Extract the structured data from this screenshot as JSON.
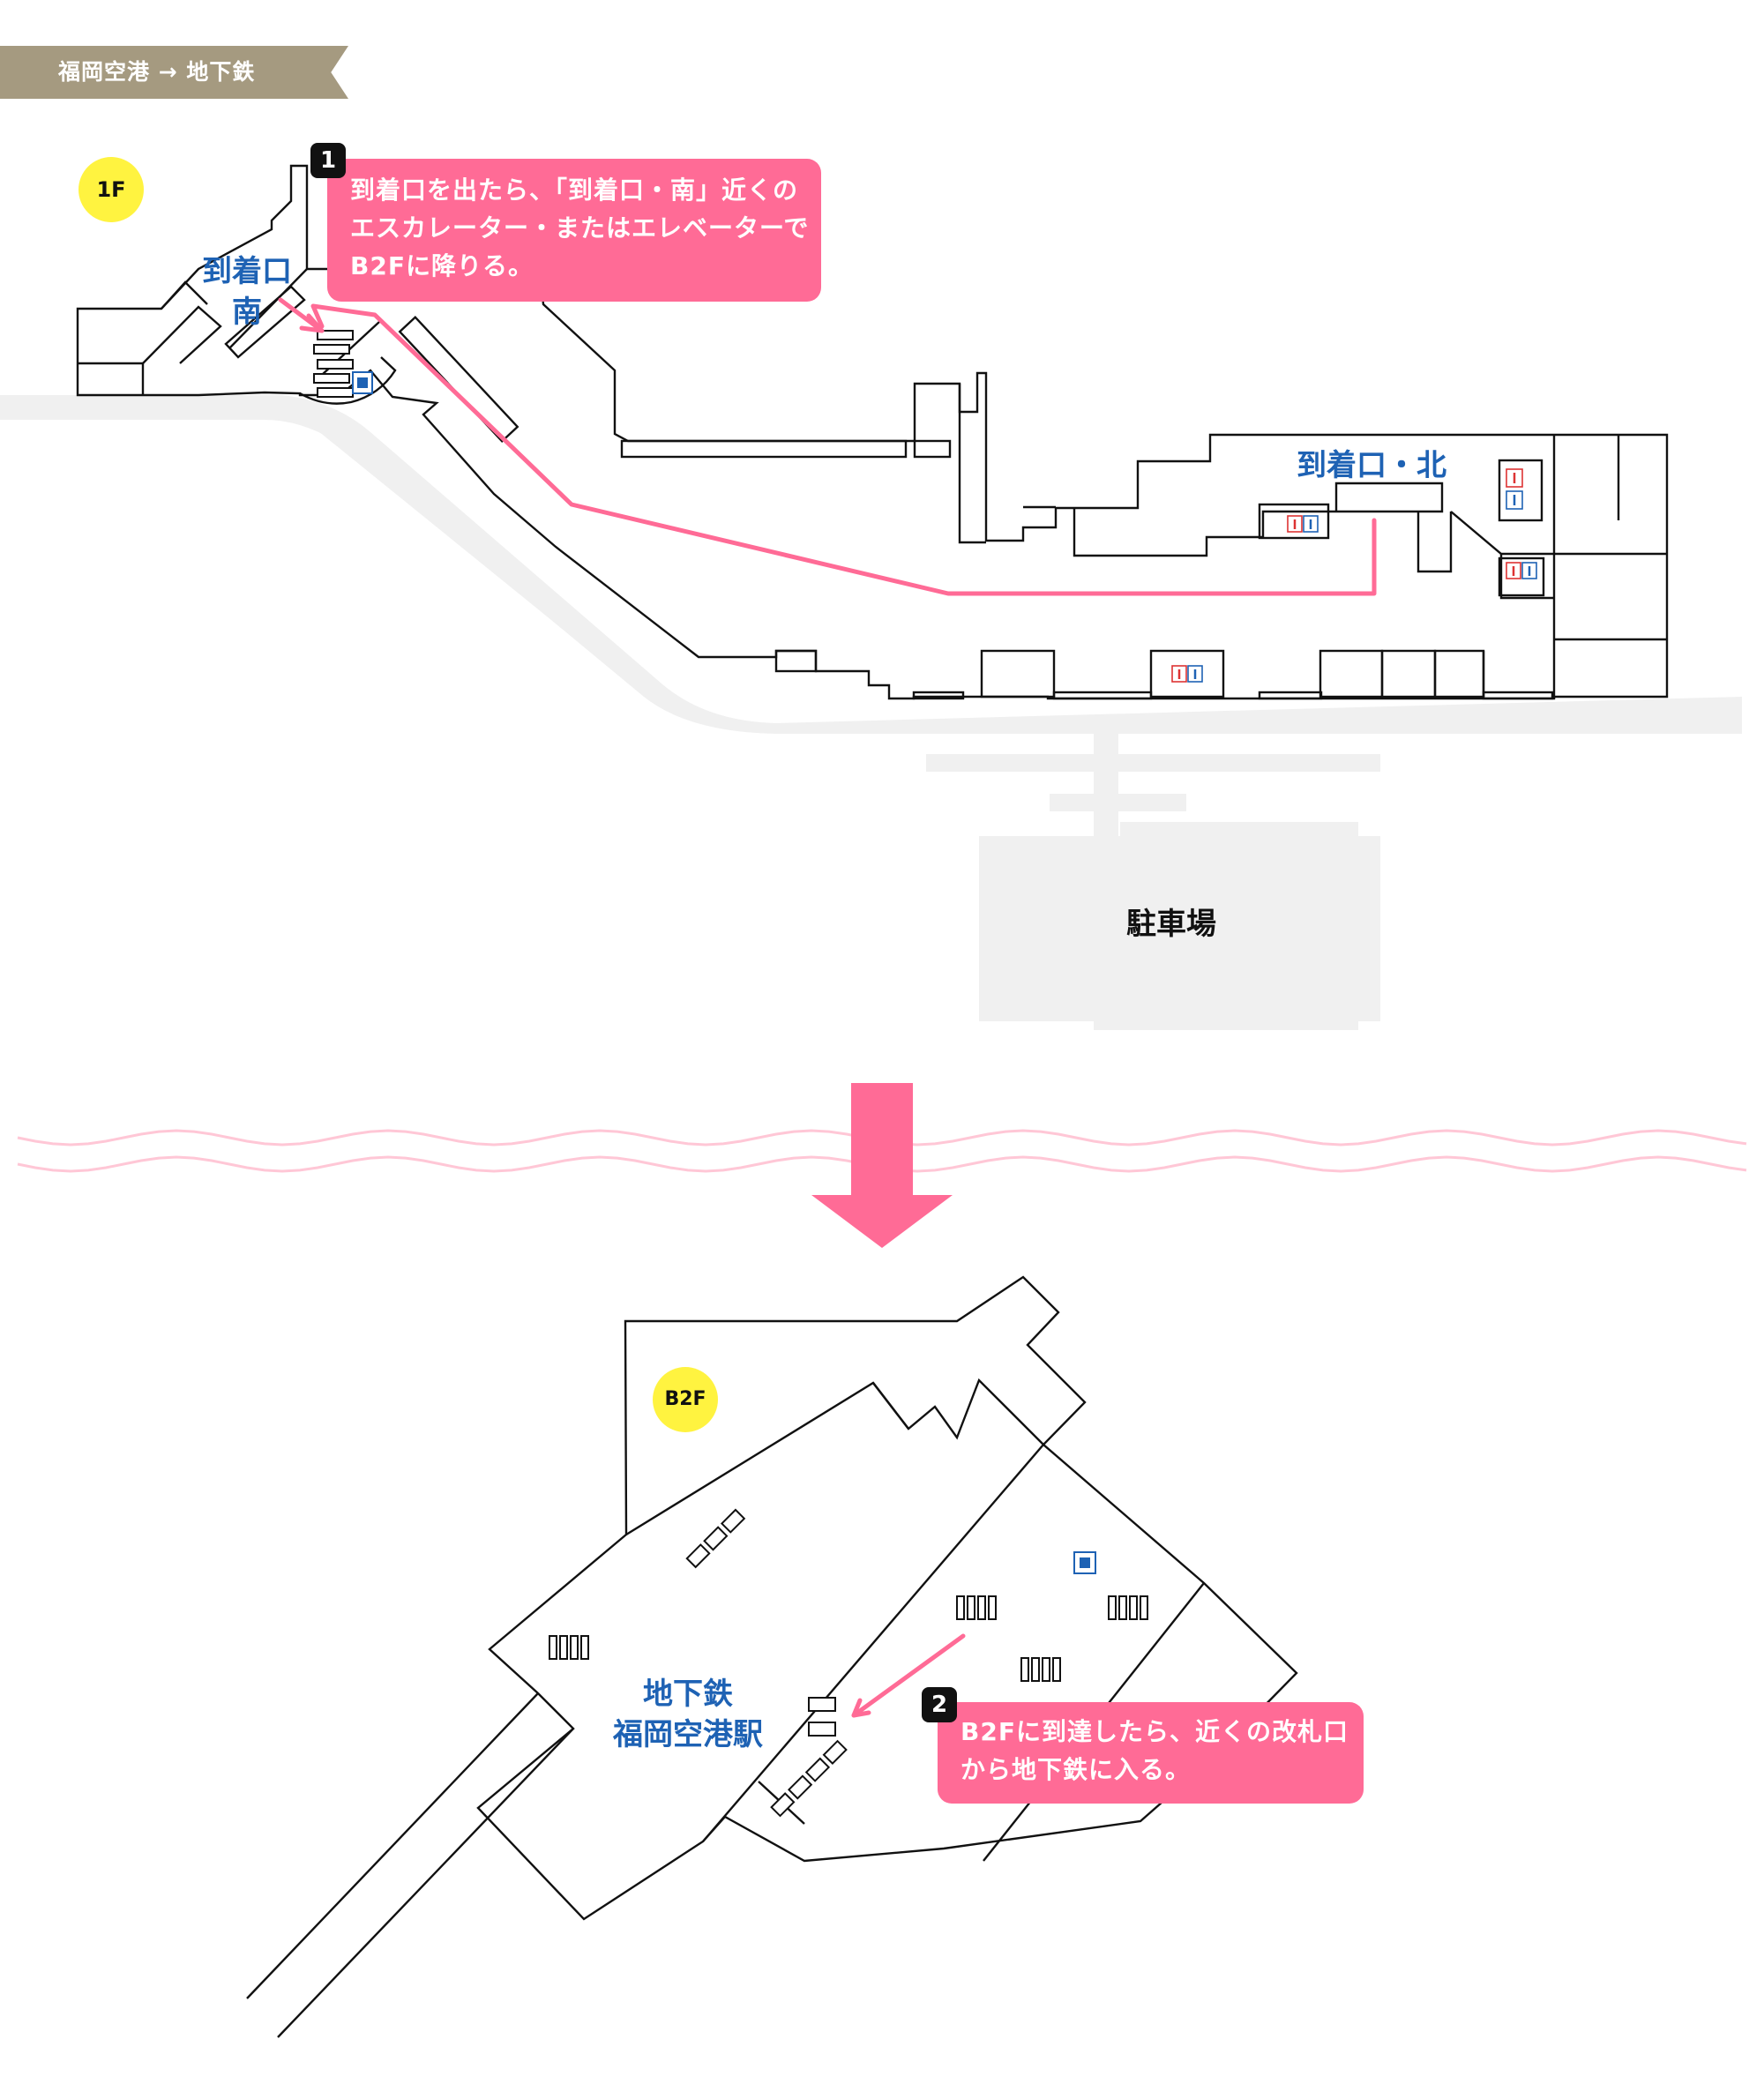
{
  "header": {
    "route_title": "福岡空港 → 地下鉄"
  },
  "floor_1f": {
    "badge": "1F",
    "labels": {
      "arrival_south_line1": "到着口",
      "arrival_south_line2": "南",
      "arrival_north": "到着口・北",
      "parking": "駐車場"
    },
    "step": {
      "number": "1",
      "lines": [
        "到着口を出たら、「到着口・南」近くの",
        "エスカレーター・またはエレベーターで",
        "B2Fに降りる。"
      ]
    }
  },
  "floor_b2f": {
    "badge": "B2F",
    "labels": {
      "station_line1": "地下鉄",
      "station_line2": "福岡空港駅"
    },
    "step": {
      "number": "2",
      "lines": [
        "B2Fに到達したら、近くの改札口",
        "から地下鉄に入る。"
      ]
    }
  },
  "icons": [
    "restroom-icon",
    "elevator-icon",
    "escalator-icon",
    "ticket-gate-icon",
    "down-arrow-icon"
  ],
  "colors": {
    "route_pink": "#ff6b96",
    "place_blue": "#1e62b4",
    "badge_yellow": "#fff340",
    "banner_gold": "#a59a80",
    "road_gray": "#f0f0f0"
  }
}
